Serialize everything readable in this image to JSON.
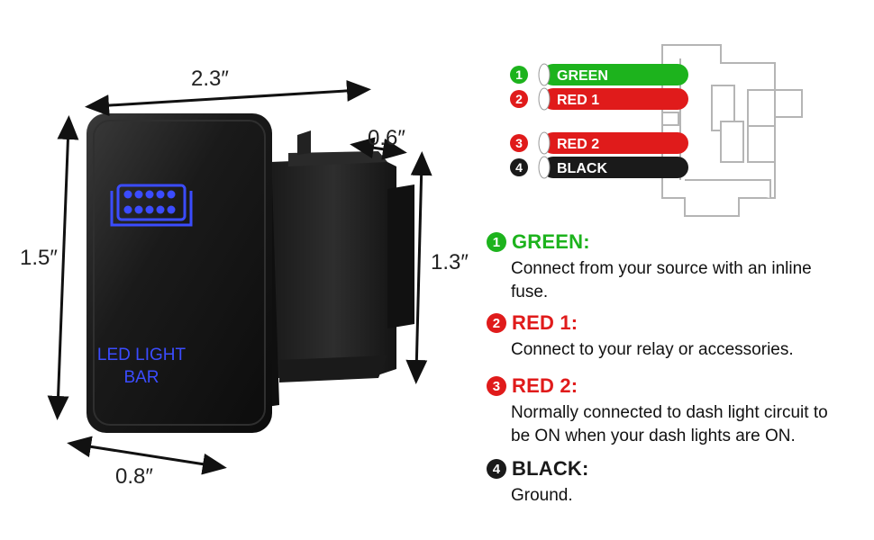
{
  "dimensions": {
    "width_top": "2.3″",
    "height_left": "1.5″",
    "depth": "0.6″",
    "height_right": "1.3″",
    "width_bottom": "0.8″"
  },
  "switch_face": {
    "icon": "led-light-bar-icon",
    "label_line1": "LED LIGHT",
    "label_line2": "BAR",
    "label_color": "#3b4cff"
  },
  "wires": [
    {
      "num": "1",
      "label": "GREEN",
      "color": "#1db31d"
    },
    {
      "num": "2",
      "label": "RED 1",
      "color": "#e01b1b"
    },
    {
      "num": "3",
      "label": "RED 2",
      "color": "#e01b1b"
    },
    {
      "num": "4",
      "label": "BLACK",
      "color": "#1a1a1a"
    }
  ],
  "legend": [
    {
      "num": "1",
      "title": "GREEN:",
      "color": "#1db31d",
      "desc": "Connect from your source with an inline fuse."
    },
    {
      "num": "2",
      "title": "RED 1:",
      "color": "#e01b1b",
      "desc": "Connect to your relay or accessories."
    },
    {
      "num": "3",
      "title": "RED 2:",
      "color": "#e01b1b",
      "desc": "Normally connected to dash light circuit to be ON when your dash lights are ON."
    },
    {
      "num": "4",
      "title": "BLACK:",
      "color": "#1a1a1a",
      "desc": "Ground."
    }
  ]
}
